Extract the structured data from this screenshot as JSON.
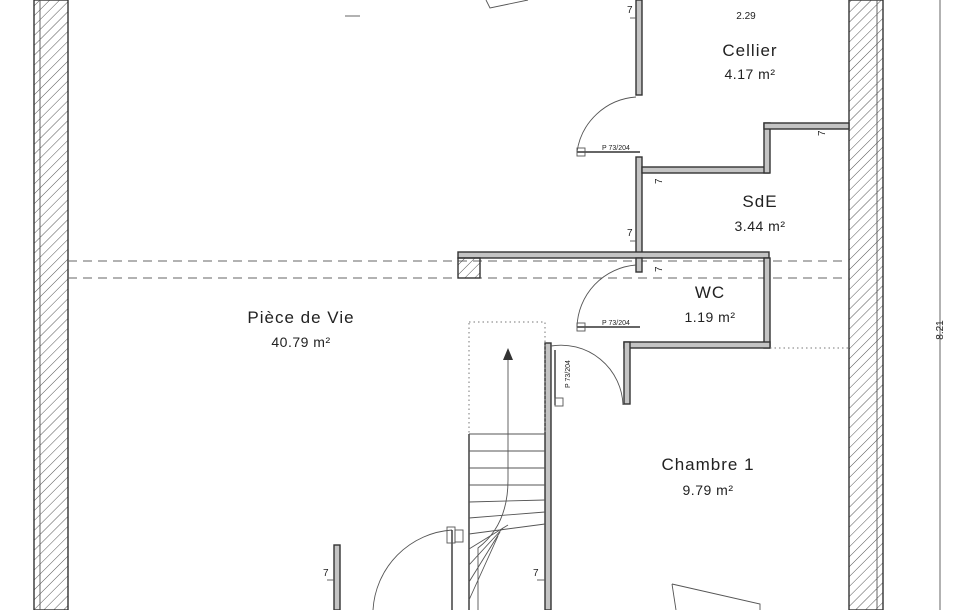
{
  "rooms": {
    "cellier": {
      "name": "Cellier",
      "area": "4.17 m²"
    },
    "sde": {
      "name": "SdE",
      "area": "3.44 m²"
    },
    "piece_de_vie": {
      "name": "Pièce de Vie",
      "area": "40.79 m²"
    },
    "wc": {
      "name": "WC",
      "area": "1.19 m²"
    },
    "chambre1": {
      "name": "Chambre 1",
      "area": "9.79 m²"
    }
  },
  "dimensions": {
    "width_top": "2.29",
    "height_right": "8.21",
    "wall_7": "7"
  },
  "doors": {
    "door_cellier": "P 73/204",
    "door_wc": "P 73/204",
    "door_chambre": "P 73/204"
  },
  "colors": {
    "wall_fill": "#c4c4c4",
    "line": "#333333",
    "background": "#ffffff"
  }
}
